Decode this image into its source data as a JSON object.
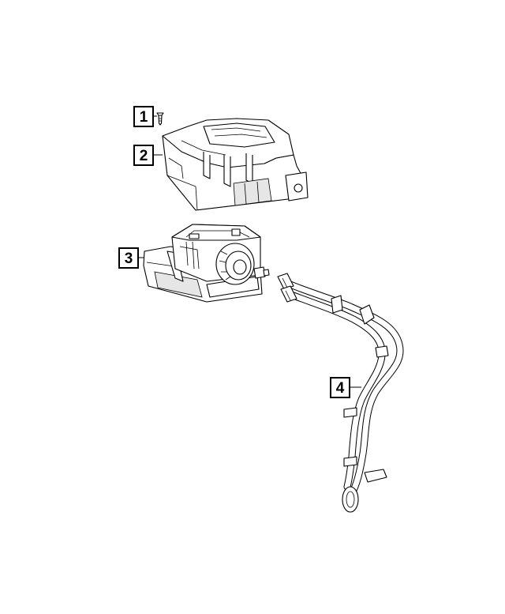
{
  "callouts": [
    {
      "id": "1",
      "label": "1"
    },
    {
      "id": "2",
      "label": "2"
    },
    {
      "id": "3",
      "label": "3"
    },
    {
      "id": "4",
      "label": "4"
    }
  ],
  "parts": [
    {
      "callout": "1",
      "icon": "push-pin-fastener-icon"
    },
    {
      "callout": "2",
      "icon": "module-cover-shield-icon"
    },
    {
      "callout": "3",
      "icon": "abs-module-bracket-icon"
    },
    {
      "callout": "4",
      "icon": "wiring-harness-icon"
    }
  ],
  "colors": {
    "line": "#000000",
    "background": "#ffffff"
  }
}
